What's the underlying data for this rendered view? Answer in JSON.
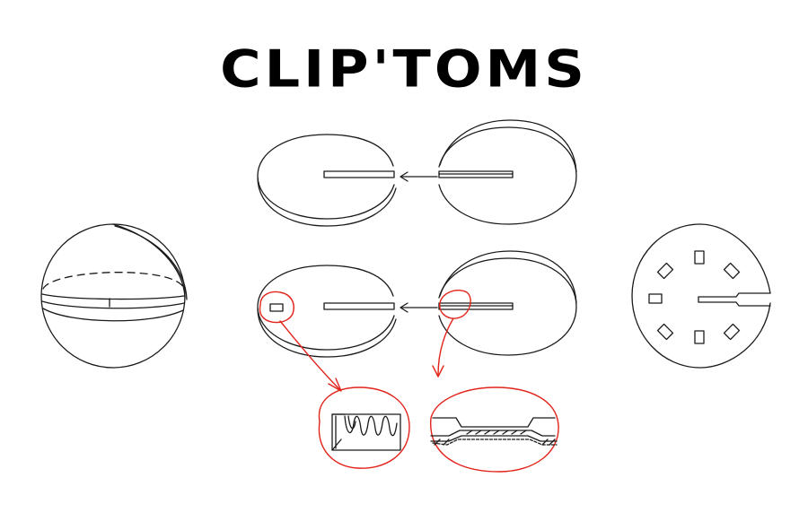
{
  "title": "CLIP'TOMS",
  "colors": {
    "ink": "#1a1a1a",
    "annotation": "#e2231a",
    "background": "#ffffff"
  },
  "parts": {
    "assembled_sphere": "sphere",
    "top_pair": [
      "disc-left",
      "disc-right"
    ],
    "bottom_pair": [
      "disc-left-detail",
      "disc-right-detail"
    ],
    "face_plate": "disc-with-8-slots",
    "detail_callouts": [
      "clip-wave-detail",
      "joint-profile-detail"
    ]
  }
}
